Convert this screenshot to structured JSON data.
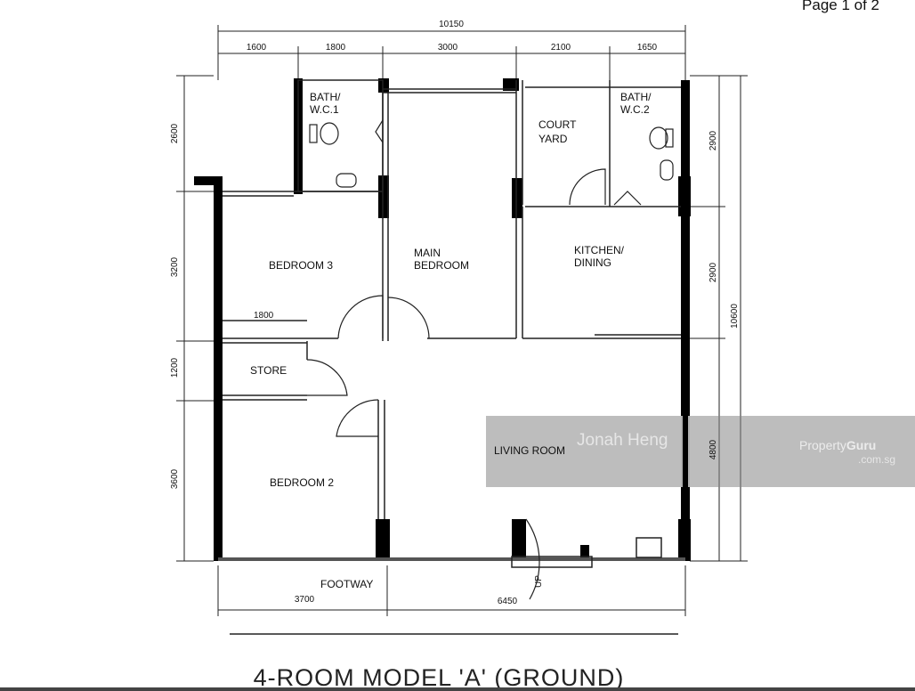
{
  "page_indicator": "Page 1 of 2",
  "title": "4-ROOM MODEL 'A' (GROUND)",
  "rooms": {
    "bath1_a": "BATH/",
    "bath1_b": "W.C.1",
    "bath2_a": "BATH/",
    "bath2_b": "W.C.2",
    "court_a": "COURT",
    "court_b": "YARD",
    "main_a": "MAIN",
    "main_b": "BEDROOM",
    "kitchen_a": "KITCHEN/",
    "kitchen_b": "DINING",
    "bedroom3": "BEDROOM 3",
    "bedroom2": "BEDROOM 2",
    "store": "STORE",
    "living": "LIVING ROOM",
    "footway": "FOOTWAY",
    "up": "UP",
    "dim_1800_store": "1800"
  },
  "dimensions": {
    "overall_width": "10150",
    "top": [
      "1600",
      "1800",
      "3000",
      "2100",
      "1650"
    ],
    "left": [
      "2600",
      "3200",
      "1200",
      "3600"
    ],
    "right": [
      "2900",
      "2900",
      "4800"
    ],
    "overall_height": "10600",
    "bottom": [
      "3700",
      "6450"
    ]
  },
  "watermark": {
    "agent": "Jonah Heng",
    "brand_a": "Property",
    "brand_b": "Guru",
    "brand_c": ".com.sg"
  }
}
